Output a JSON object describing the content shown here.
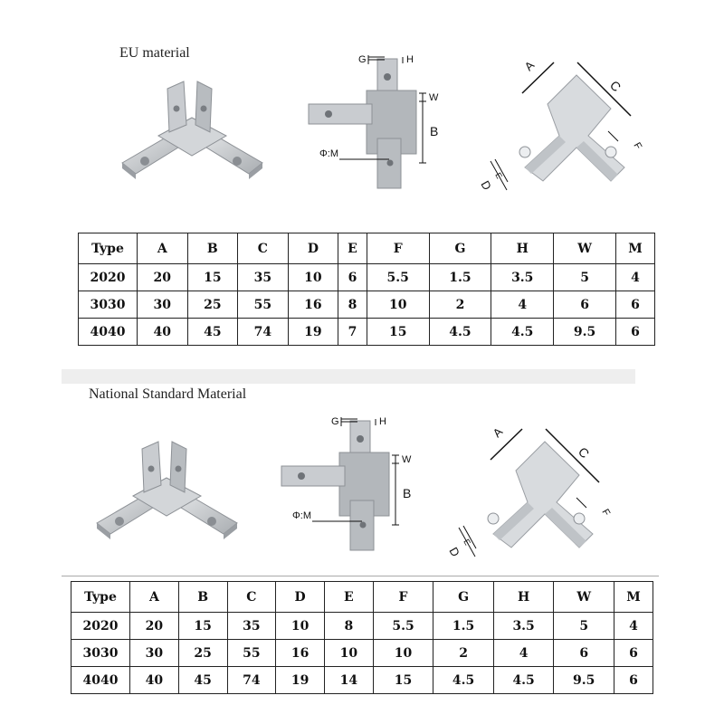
{
  "sections": [
    {
      "title": "EU material",
      "figures": {
        "iso_view": "corner-bracket-3way-isometric",
        "side_view_labels": [
          "G",
          "H",
          "W",
          "B",
          "Φ:M"
        ],
        "top_view_labels": [
          "A",
          "C",
          "F",
          "D",
          "E"
        ]
      },
      "table": {
        "headers": [
          "Type",
          "A",
          "B",
          "C",
          "D",
          "E",
          "F",
          "G",
          "H",
          "W",
          "M"
        ],
        "rows": [
          [
            "2020",
            "20",
            "15",
            "35",
            "10",
            "6",
            "5.5",
            "1.5",
            "3.5",
            "5",
            "4"
          ],
          [
            "3030",
            "30",
            "25",
            "55",
            "16",
            "8",
            "10",
            "2",
            "4",
            "6",
            "6"
          ],
          [
            "4040",
            "40",
            "45",
            "74",
            "19",
            "7",
            "15",
            "4.5",
            "4.5",
            "9.5",
            "6"
          ]
        ]
      }
    },
    {
      "title": "National Standard Material",
      "figures": {
        "iso_view": "corner-bracket-3way-isometric",
        "side_view_labels": [
          "G",
          "H",
          "W",
          "B",
          "Φ:M"
        ],
        "top_view_labels": [
          "A",
          "C",
          "F",
          "D",
          "E"
        ]
      },
      "table": {
        "headers": [
          "Type",
          "A",
          "B",
          "C",
          "D",
          "E",
          "F",
          "G",
          "H",
          "W",
          "M"
        ],
        "rows": [
          [
            "2020",
            "20",
            "15",
            "35",
            "10",
            "8",
            "5.5",
            "1.5",
            "3.5",
            "5",
            "4"
          ],
          [
            "3030",
            "30",
            "25",
            "55",
            "16",
            "10",
            "10",
            "2",
            "4",
            "6",
            "6"
          ],
          [
            "4040",
            "40",
            "45",
            "74",
            "19",
            "14",
            "15",
            "4.5",
            "4.5",
            "9.5",
            "6"
          ]
        ]
      }
    }
  ]
}
